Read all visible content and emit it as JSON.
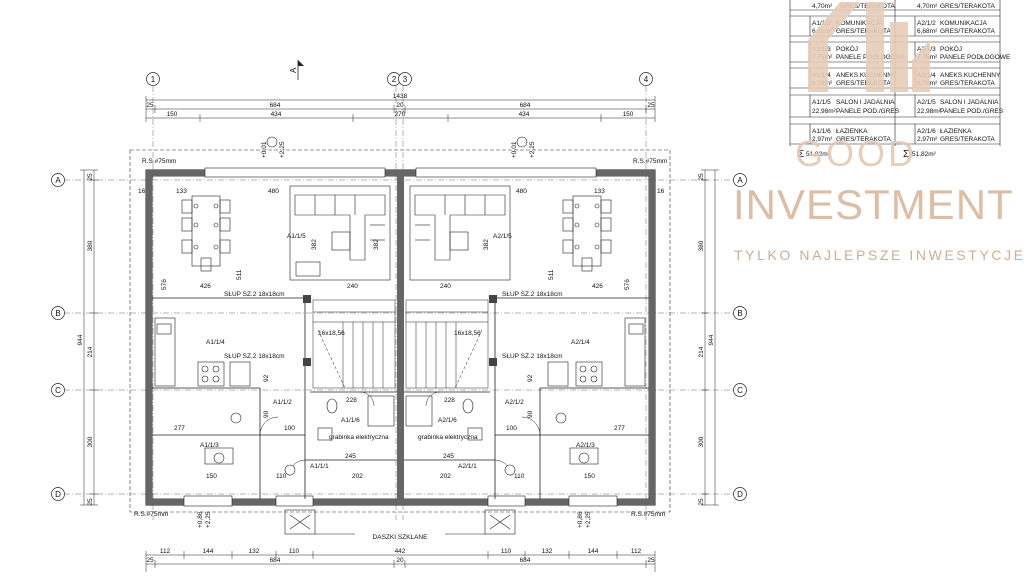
{
  "room_table": {
    "rows": [
      {
        "left_code": "",
        "left_area": "4,70m²",
        "left_finish": "GRES/TERAKOTA",
        "right_code": "",
        "right_area": "4,70m²",
        "right_finish": "GRES/TERAKOTA"
      },
      {
        "left_code": "A1/1/2",
        "left_name": "KOMUNIKACJA",
        "left_area": "6,68m²",
        "left_finish": "GRES/TERAKOTA",
        "right_code": "A2/1/2",
        "right_name": "KOMUNIKACJA",
        "right_area": "6,68m²",
        "right_finish": "GRES/TERAKOTA"
      },
      {
        "left_code": "A1/1/3",
        "left_name": "POKÓJ",
        "left_area": "7,75m²",
        "left_finish": "PANELE PODŁOGOWE",
        "right_code": "A2/1/3",
        "right_name": "POKÓJ",
        "right_area": "7,75m²",
        "right_finish": "PANELE PODŁOGOWE"
      },
      {
        "left_code": "A1/1/4",
        "left_name": "ANEKS KUCHENNY",
        "left_area": "6,78m²",
        "left_finish": "GRES/TERAKOTA",
        "right_code": "A2/1/4",
        "right_name": "ANEKS KUCHENNY",
        "right_area": "6,78m²",
        "right_finish": "GRES/TERAKOTA"
      },
      {
        "left_code": "A1/1/5",
        "left_name": "SALON I JADALNIA",
        "left_area": "22,98m²",
        "left_finish": "PANELE POD./GRES",
        "right_code": "A2/1/5",
        "right_name": "SALON I JADALNIA",
        "right_area": "22,98m²",
        "right_finish": "PANELE POD./GRES"
      },
      {
        "left_code": "A1/1/6",
        "left_name": "ŁAZIENKA",
        "left_area": "2,97m²",
        "left_finish": "GRES/TERAKOTA",
        "right_code": "A2/1/6",
        "right_name": "ŁAZIENKA",
        "right_area": "2,97m²",
        "right_finish": "GRES/TERAKOTA"
      }
    ],
    "left_total": "51,82m²",
    "right_total": "51,82m²",
    "sum_symbol": "Σ"
  },
  "axes": {
    "vertical": [
      "1",
      "2",
      "3",
      "4"
    ],
    "horizontal": [
      "A",
      "B",
      "C",
      "D"
    ],
    "section_mark": "A"
  },
  "dimensions": {
    "top_total": "1438",
    "top_row1": [
      "25",
      "684",
      "20",
      "684",
      "25"
    ],
    "top_row2": [
      "150",
      "434",
      "270",
      "434",
      "150"
    ],
    "bottom_row1": [
      "112",
      "144",
      "132",
      "110",
      "442",
      "110",
      "132",
      "144",
      "112"
    ],
    "bottom_row2": [
      "25",
      "684",
      "20",
      "684",
      "25"
    ],
    "left_total": "944",
    "left_parts": [
      "380",
      "214",
      "300"
    ],
    "right_total": "944",
    "right_parts": [
      "380",
      "214",
      "300"
    ],
    "edge_small": "25",
    "interior": {
      "w133": "133",
      "w480": "480",
      "w426": "426",
      "w240": "240",
      "h511": "511",
      "h576": "576",
      "h382": "382",
      "w382": "382",
      "w277": "277",
      "w202": "202",
      "w245": "245",
      "w150": "150",
      "w110": "110",
      "w100": "100",
      "w228": "228",
      "w90": "90",
      "w92": "92",
      "w16": "16"
    }
  },
  "labels": {
    "rs_left_top": "R.S.#75mm",
    "rs_right_top": "R.S.#75mm",
    "rs_left_bottom": "R.S.#75mm",
    "rs_right_bottom": "R.S.#75mm",
    "column_left_top": "SŁUP SZ.2 18x18cm",
    "column_right_top": "SŁUP SZ.2 18x18cm",
    "column_left_mid": "SŁUP SZ.2 18x18cm",
    "column_right_mid": "SŁUP SZ.2 18x18cm",
    "stairs_left": "16x18,56",
    "stairs_right": "16x18,56",
    "boiler_left": "grabinka elektryczna",
    "boiler_right": "grabinka elektryczna",
    "glass_roofs": "DASZKI SZKLANE",
    "level_left_top": "+0,01",
    "level_left_top2": "+2,25",
    "level_right_top": "+0,01",
    "level_right_top2": "+2,25",
    "level_left_bottom": "+0,86",
    "level_left_bottom2": "+2,25",
    "level_right_bottom": "+0,86",
    "level_right_bottom2": "+2,25",
    "rooms": {
      "a1_5": "A1/1/5",
      "a2_5": "A2/1/5",
      "a1_4": "A1/1/4",
      "a2_4": "A2/1/4",
      "a1_2": "A1/1/2",
      "a2_2": "A2/1/2",
      "a1_6": "A1/1/6",
      "a2_6": "A2/1/6",
      "a1_3": "A1/1/3",
      "a2_3": "A2/1/3",
      "a1_1": "A1/1/1",
      "a2_1": "A2/1/1"
    }
  },
  "watermark": {
    "line1": "GOOD",
    "line2": "INVESTMENT",
    "line3": "TYLKO NAJLEPSZE INWESTYCJE"
  },
  "colors": {
    "line": "#222222",
    "wall_fill": "#555555",
    "logo": "#d9b79e"
  }
}
